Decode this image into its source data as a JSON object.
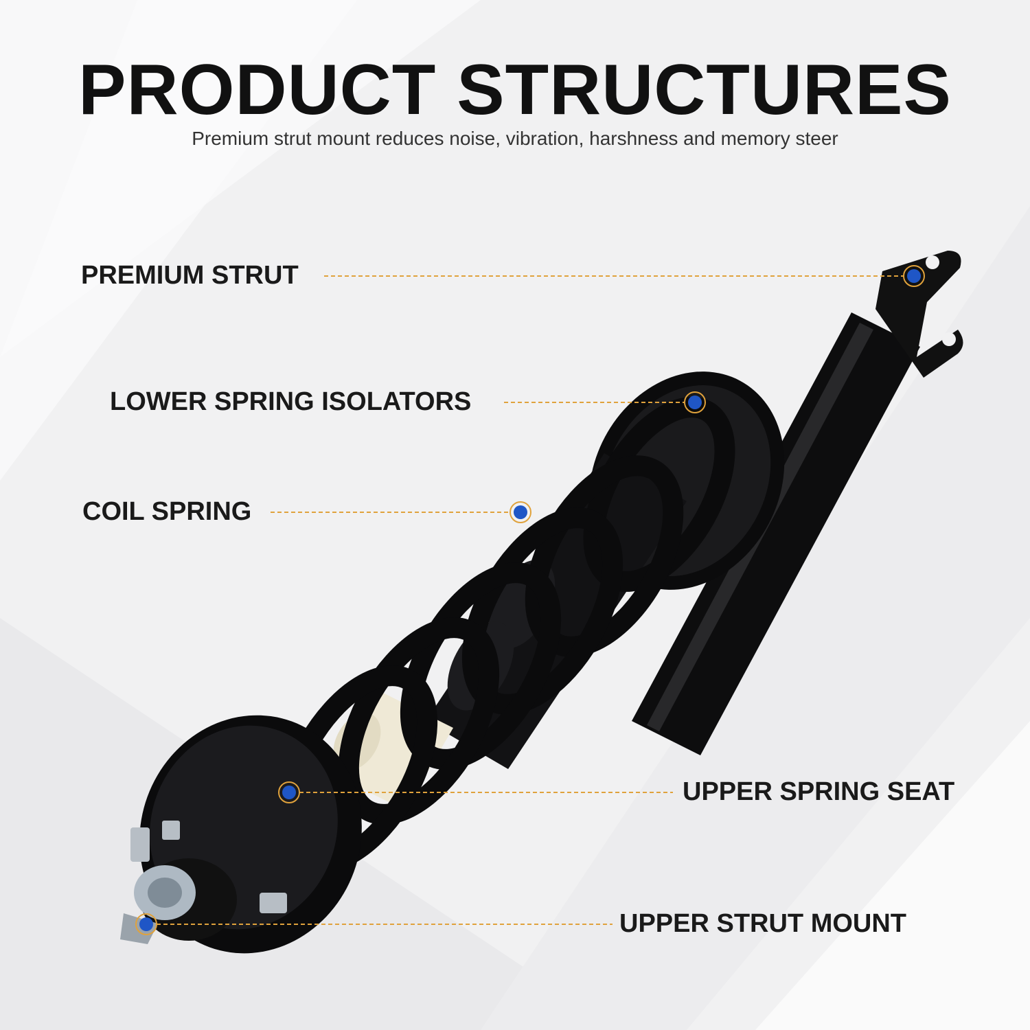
{
  "header": {
    "title": "PRODUCT STRUCTURES",
    "subtitle": "Premium strut mount reduces noise, vibration, harshness and memory steer"
  },
  "callouts": [
    {
      "label": "PREMIUM STRUT"
    },
    {
      "label": "LOWER SPRING ISOLATORS"
    },
    {
      "label": "COIL SPRING"
    },
    {
      "label": "UPPER SPRING SEAT"
    },
    {
      "label": "UPPER STRUT MOUNT"
    }
  ],
  "colors": {
    "background": "#f3f3f4",
    "leader_line": "#e0a23c",
    "marker_fill": "#1f56c6",
    "marker_ring": "#e0a23c",
    "part_black": "#0b0b0c",
    "bump_stop": "#efe9d6"
  }
}
